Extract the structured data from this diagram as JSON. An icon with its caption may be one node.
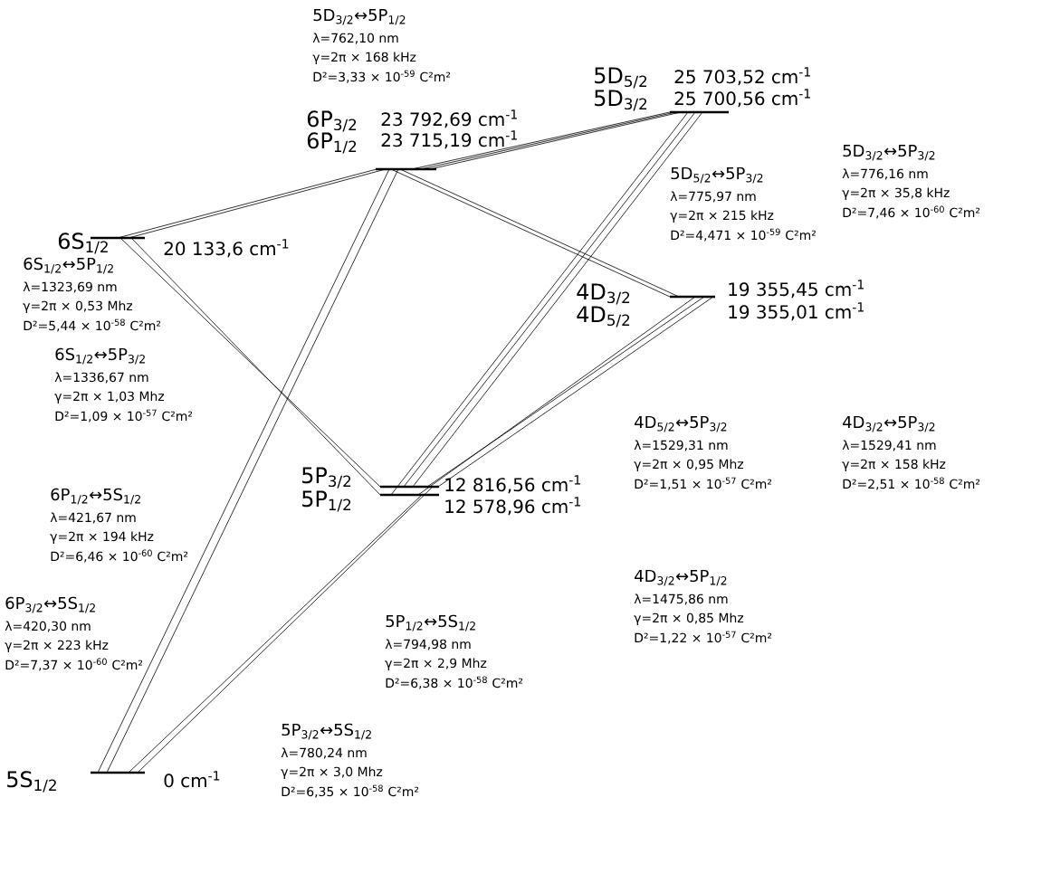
{
  "diagram": {
    "nodes": [
      {
        "text": [
          "5D$_{5/2}$",
          "5D$_{3/2}$"
        ],
        "beside": [
          "25 703,52 cm$^{-1}$",
          "25 700,56 cm$^{-1}$"
        ]
      },
      {
        "text": [
          "6P$_{3/2}$",
          "6P$_{1/2}$"
        ],
        "beside": [
          "23 792,69 cm$^{-1}$",
          "23 715,19 cm$^{-1}$"
        ]
      },
      {
        "text": [
          "6S$_{1/2}$"
        ],
        "beside": [
          "20 133,6 cm$^{-1}$"
        ]
      },
      {
        "text": [
          "4D$_{3/2}$",
          "4D$_{5/2}$"
        ],
        "beside": [
          "19 355,45 cm$^{-1}$",
          "19 355,01 cm$^{-1}$"
        ]
      },
      {
        "text": [
          "5P$_{3/2}$"
        ],
        "beside": [
          "12 816,56 cm$^{-1}$"
        ]
      },
      {
        "text": [
          "5P$_{1/2}$"
        ],
        "beside": [
          "12 578,96 cm$^{-1}$"
        ]
      },
      {
        "text": [
          "5S$_{1/2}$"
        ],
        "beside": [
          "0 cm$^{-1}$"
        ]
      }
    ],
    "edges": [
      {
        "from": 2,
        "to": 1,
        "arrow": "none"
      },
      {
        "from": 2,
        "to": 1,
        "arrow": "none"
      },
      {
        "from": 2,
        "to": 4,
        "arrow": "none"
      },
      {
        "from": 2,
        "to": 5,
        "arrow": "none"
      },
      {
        "from": 1,
        "to": 6,
        "arrow": "none"
      },
      {
        "from": 1,
        "to": 6,
        "arrow": "none"
      },
      {
        "from": 4,
        "to": 6,
        "arrow": "none"
      },
      {
        "from": 5,
        "to": 6,
        "arrow": "none"
      },
      {
        "from": 1,
        "to": 0,
        "arrow": "none"
      },
      {
        "from": 1,
        "to": 0,
        "arrow": "none"
      },
      {
        "from": 1,
        "to": 0,
        "arrow": "none"
      },
      {
        "from": 1,
        "to": 3,
        "arrow": "none"
      },
      {
        "from": 1,
        "to": 3,
        "arrow": "none"
      },
      {
        "from": 0,
        "to": 5,
        "arrow": "none"
      },
      {
        "from": 0,
        "to": 4,
        "arrow": "none"
      },
      {
        "from": 0,
        "to": 4,
        "arrow": "none"
      },
      {
        "from": 3,
        "to": 5,
        "arrow": "none"
      },
      {
        "from": 3,
        "to": 4,
        "arrow": "none"
      },
      {
        "from": 3,
        "to": 4,
        "arrow": "none"
      }
    ],
    "labels": [
      "5D$_{3/2}$↔5P$_{1/2}$",
      "λ=762,10 nm",
      "γ=2π × 168 kHz",
      "D²=3,33 × 10$^{-59}$ C²m²",
      "5D$_{3/2}$↔5P$_{3/2}$",
      "λ=776,16 nm",
      "γ=2π × 35,8 kHz",
      "D²=7,46 × 10$^{-60}$ C²m²",
      "5D$_{5/2}$↔5P$_{3/2}$",
      "λ=775,97 nm",
      "γ=2π × 215 kHz",
      "D²=4,471 × 10$^{-59}$ C²m²",
      "6S$_{1/2}$↔5P$_{1/2}$",
      "λ=1323,69 nm",
      "γ=2π × 0,53 Mhz",
      "D²=5,44 × 10$^{-58}$ C²m²",
      "6S$_{1/2}$↔5P$_{3/2}$",
      "λ=1336,67 nm",
      "γ=2π × 1,03 Mhz",
      "D²=1,09 × 10$^{-57}$ C²m²",
      "4D$_{5/2}$↔5P$_{3/2}$",
      "λ=1529,31 nm",
      "γ=2π × 0,95 Mhz",
      "D²=1,51 × 10$^{-57}$ C²m²",
      "4D$_{3/2}$↔5P$_{3/2}$",
      "λ=1529,41 nm",
      "γ=2π × 158 kHz",
      "D²=2,51 × 10$^{-58}$ C²m²",
      "6P$_{1/2}$↔5S$_{1/2}$",
      "λ=421,67 nm",
      "γ=2π × 194 kHz",
      "D²=6,46 × 10$^{-60}$ C²m²",
      "4D$_{3/2}$↔5P$_{1/2}$",
      "λ=1475,86 nm",
      "γ=2π × 0,85 Mhz",
      "D²=1,22 × 10$^{-57}$ C²m²",
      "6P$_{3/2}$↔5S$_{1/2}$",
      "λ=420,30 nm",
      "γ=2π × 223 kHz",
      "D²=7,37 × 10$^{-60}$ C²m²",
      "5P$_{1/2}$↔5S$_{1/2}$",
      "λ=794,98 nm",
      "γ=2π × 2,9 Mhz",
      "D²=6,38 × 10$^{-58}$ C²m²",
      "5P$_{3/2}$↔5S$_{1/2}$",
      "λ=780,24 nm",
      "γ=2π × 3,0 Mhz",
      "D²=6,35 × 10$^{-58}$ C²m²"
    ]
  }
}
